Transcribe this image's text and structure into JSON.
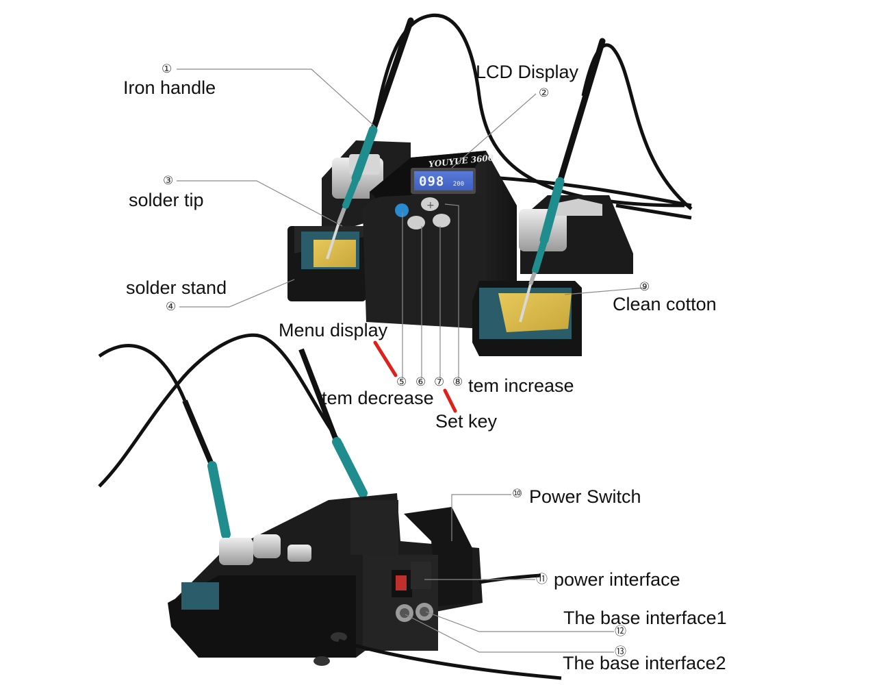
{
  "product": {
    "brand": "YOUYUE",
    "model": "3600",
    "display_reading": "098",
    "display_secondary": "200",
    "accent_color": "#1f8d8d"
  },
  "labels": {
    "iron_handle": {
      "num": "①",
      "text": "Iron handle"
    },
    "lcd_display": {
      "num": "②",
      "text": "LCD Display"
    },
    "solder_tip": {
      "num": "③",
      "text": "solder tip"
    },
    "solder_stand": {
      "num": "④",
      "text": "solder stand"
    },
    "menu_display": {
      "num": "⑤",
      "text": "Menu display"
    },
    "tem_decrease": {
      "num": "⑥",
      "text": "tem decrease"
    },
    "set_key": {
      "num": "⑦",
      "text": "Set key"
    },
    "tem_increase": {
      "num": "⑧",
      "text": "tem increase"
    },
    "clean_cotton": {
      "num": "⑨",
      "text": "Clean cotton"
    },
    "power_switch": {
      "num": "⑩",
      "text": "Power Switch"
    },
    "power_interface": {
      "num": "⑪",
      "text": "power interface"
    },
    "base_interface1": {
      "num": "⑫",
      "text": "The base interface1"
    },
    "base_interface2": {
      "num": "⑬",
      "text": "The base interface2"
    }
  }
}
